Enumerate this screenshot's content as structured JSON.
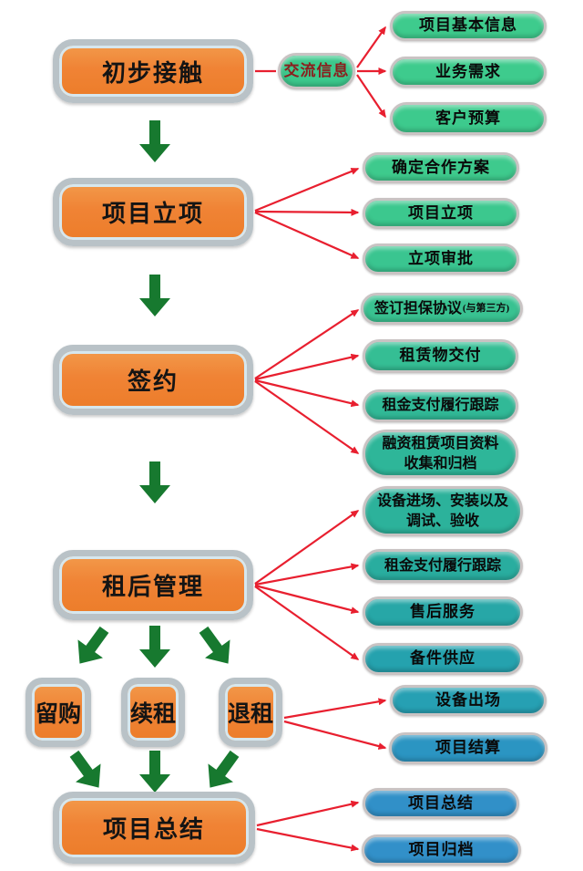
{
  "diagram": {
    "stages": [
      {
        "name": "initial-contact",
        "label": "初步接触"
      },
      {
        "name": "project-initiation",
        "label": "项目立项"
      },
      {
        "name": "signing",
        "label": "签约"
      },
      {
        "name": "post-lease-management",
        "label": "租后管理"
      },
      {
        "name": "retain-purchase",
        "label": "留购"
      },
      {
        "name": "renew-lease",
        "label": "续租"
      },
      {
        "name": "return-lease",
        "label": "退租"
      },
      {
        "name": "project-summary",
        "label": "项目总结"
      }
    ],
    "connector": {
      "label": "交流信息",
      "bg": "#3cc88c",
      "text_color": "#8b1e1e"
    },
    "details": [
      {
        "name": "project-basic-info",
        "label": "项目基本信息",
        "bg": "#3ecb8d"
      },
      {
        "name": "business-requirements",
        "label": "业务需求",
        "bg": "#3ecb8d"
      },
      {
        "name": "customer-budget",
        "label": "客户预算",
        "bg": "#3dca8d"
      },
      {
        "name": "confirm-cooperation-plan",
        "label": "确定合作方案",
        "bg": "#3eca8d"
      },
      {
        "name": "project-initiation-detail",
        "label": "项目立项",
        "bg": "#3cc88e"
      },
      {
        "name": "initiation-approval",
        "label": "立项审批",
        "bg": "#3ac590"
      },
      {
        "name": "sign-guarantee-agreement",
        "label": "签订担保协议",
        "note": "(与第三方)",
        "bg": "#39c291"
      },
      {
        "name": "leased-asset-delivery",
        "label": "租赁物交付",
        "bg": "#35be94"
      },
      {
        "name": "rent-payment-tracking-1",
        "label": "租金支付履行跟踪",
        "bg": "#31b997"
      },
      {
        "name": "project-materials-archiving",
        "line1": "融资租赁项目资料",
        "line2": "收集和归档",
        "bg": "#2eb699"
      },
      {
        "name": "equipment-installation-acceptance",
        "line1": "设备进场、安装以及",
        "line2": "调试、验收",
        "bg": "#2cb29b"
      },
      {
        "name": "rent-payment-tracking-2",
        "label": "租金支付履行跟踪",
        "bg": "#29ad9f"
      },
      {
        "name": "after-sales-service",
        "label": "售后服务",
        "bg": "#27a7a7"
      },
      {
        "name": "spare-parts-supply",
        "label": "备件供应",
        "bg": "#25a2ae"
      },
      {
        "name": "equipment-removal",
        "label": "设备出场",
        "bg": "#26a0b3"
      },
      {
        "name": "project-settlement",
        "label": "项目结算",
        "bg": "#2b95c2"
      },
      {
        "name": "project-summary-detail",
        "label": "项目总结",
        "bg": "#3190c8"
      },
      {
        "name": "project-archiving",
        "label": "项目归档",
        "bg": "#3290c9"
      }
    ],
    "palette": {
      "stage_fill": "#f08335",
      "stage_border": "#b9c2c7",
      "green_arrow": "#17792f",
      "red_arrow": "#e81f2f",
      "pill_border": "#c9c3c3"
    }
  }
}
